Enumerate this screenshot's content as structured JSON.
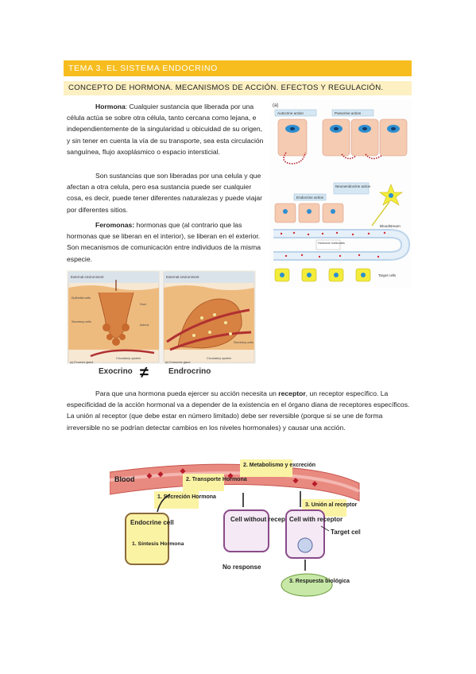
{
  "header": {
    "title": "TEMA 3. EL SISTEMA ENDOCRINO",
    "subtitle": "CONCEPTO DE HORMONA. MECANISMOS DE ACCIÓN. EFECTOS Y REGULACIÓN."
  },
  "paragraphs": {
    "p1_term": "Hormona",
    "p1_text": ": Cualquier sustancia que liberada por una célula actúa se sobre otra célula, tanto cercana como lejana, e independientemente de la singularidad u obicuidad de su origen, y sin tener en cuenta la vía de su transporte, sea esta circulación sanguínea, flujo axoplásmico o espacio intersticial.",
    "p2_text": "Son sustancias que son liberadas por una celula y que afectan a otra celula, pero esa sustancia puede ser cualquier cosa, es decir, puede tener diferentes naturalezas y puede viajar por diferentes sitios.",
    "p3_term": "Feromonas:",
    "p3_text": " hormonas que (al contrario que las hormonas que se liberan en el interior), se liberan en el exterior. Son mecanismos de comunicación entre individuos de la misma especie.",
    "p4_before": "Para que una hormona pueda ejercer su acción necesita un ",
    "p4_term": "receptor",
    "p4_after": ", un receptor específico. La especificidad de la acción hormonal va a depender de la existencia en el órgano diana de receptores específicos. La unión al receptor (que debe estar en número limitado) debe ser reversible (porque si se une de forma irreversible no se podrían detectar cambios en los niveles hormonales) y causar una acción."
  },
  "fig_action": {
    "panel": "(a)",
    "autocrine": "Autocrine action",
    "paracrine": "Paracrine action",
    "endocrine": "Endocrine action",
    "neuroendocrine": "Neuroendocrine action",
    "bloodstream": "Bloodstream",
    "hormone_molecules": "Hormone molecules",
    "target_cells": "Target cells"
  },
  "fig_glands": {
    "left_env": "External environment",
    "right_env": "External environment",
    "epithelial": "Epithelial cells",
    "secretory": "Secretory cells",
    "duct": "Duct",
    "acinus": "Acinus",
    "circ_left": "Circulatory system",
    "circ_right": "Circulatory system",
    "secretory_right": "Secretory cells",
    "cap_left": "(a) Exocrine gland",
    "cap_right": "(b) Endocrine gland",
    "label_exo": "Exocrino",
    "neq": "≠",
    "label_endo": "Endrocrino"
  },
  "fig_receptor": {
    "blood": "Blood",
    "step1": "1. Secreción Hormona",
    "step2a": "2. Transporte Hormona",
    "step2b": "2. Metabolismo y excreción",
    "step3": "3. Unión al receptor",
    "endocrine_cell": "Endocrine cell",
    "synthesis": "1. Síntesis Hormona",
    "cell_without": "Cell without receptor",
    "no_response": "No response",
    "cell_with": "Cell with receptor",
    "target_cell": "Target cell",
    "response": "3. Respuesta biológica"
  },
  "colors": {
    "title_bar": "#f7bd1f",
    "subtitle_bar": "#fdf0c2",
    "label_box": "#fbf3a4",
    "blood": "#d4564e"
  }
}
